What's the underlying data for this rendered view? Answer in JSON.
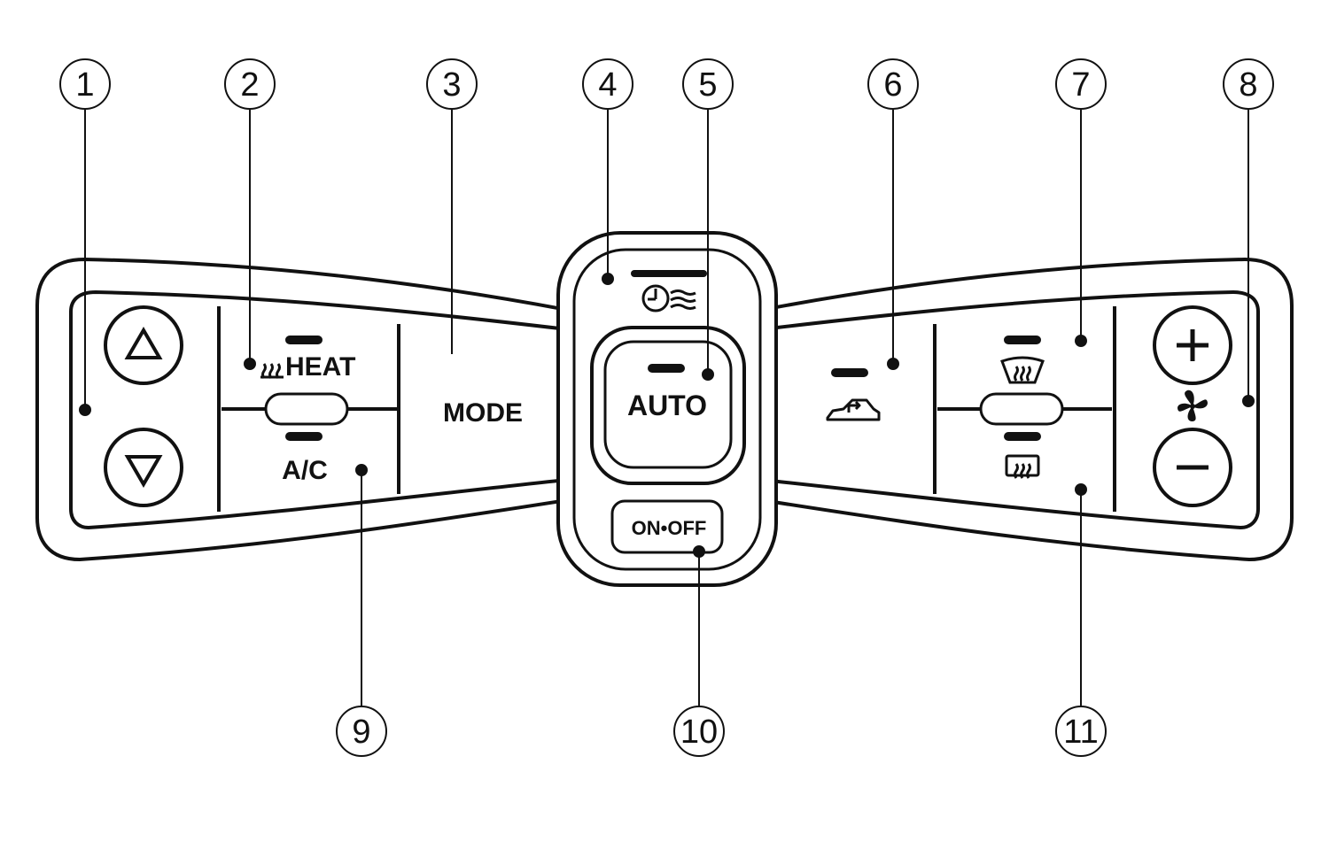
{
  "callouts": [
    {
      "id": "1",
      "label": "1"
    },
    {
      "id": "2",
      "label": "2"
    },
    {
      "id": "3",
      "label": "3"
    },
    {
      "id": "4",
      "label": "4"
    },
    {
      "id": "5",
      "label": "5"
    },
    {
      "id": "6",
      "label": "6"
    },
    {
      "id": "7",
      "label": "7"
    },
    {
      "id": "8",
      "label": "8"
    },
    {
      "id": "9",
      "label": "9"
    },
    {
      "id": "10",
      "label": "10"
    },
    {
      "id": "11",
      "label": "11"
    }
  ],
  "buttons": {
    "temp_up": {
      "icon": "triangle-up-icon"
    },
    "temp_down": {
      "icon": "triangle-down-icon"
    },
    "heat": {
      "label": "HEAT",
      "icon": "heater-icon"
    },
    "ac": {
      "label": "A/C"
    },
    "mode": {
      "label": "MODE"
    },
    "timer": {
      "icon": "timer-airflow-icon"
    },
    "auto": {
      "label": "AUTO"
    },
    "on_off": {
      "label": "ON•OFF"
    },
    "recirculation": {
      "icon": "car-recirculation-icon"
    },
    "front_defrost": {
      "icon": "windshield-defrost-icon"
    },
    "rear_defrost": {
      "icon": "rear-window-defrost-icon"
    },
    "fan_up": {
      "icon": "plus-icon"
    },
    "fan_down": {
      "icon": "minus-icon"
    },
    "fan": {
      "icon": "fan-icon"
    }
  },
  "colors": {
    "ink": "#111111",
    "panel": "#ffffff",
    "background": "#ffffff"
  }
}
